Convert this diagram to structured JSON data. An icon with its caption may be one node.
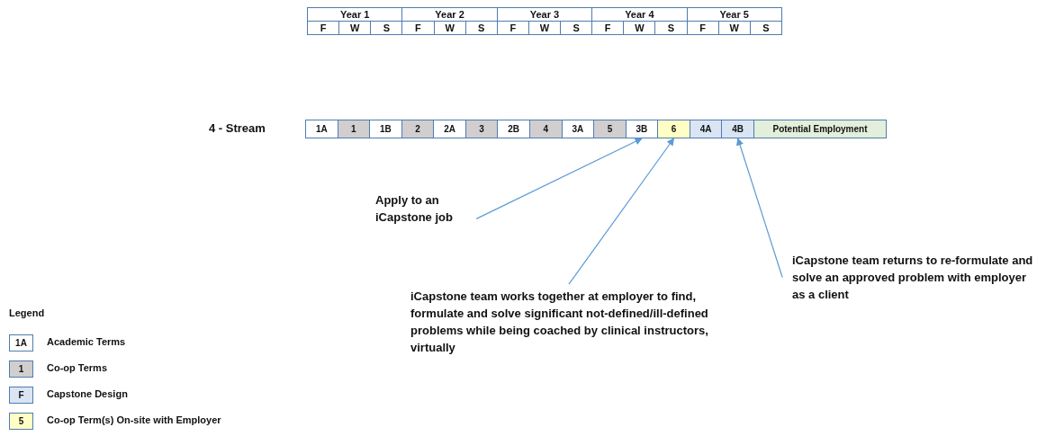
{
  "diagram": {
    "nodes": [
      {
        "text": [
          "1A"
        ]
      },
      {
        "text": [
          "1"
        ]
      },
      {
        "text": [
          "1B"
        ]
      },
      {
        "text": [
          "2"
        ]
      },
      {
        "text": [
          "2A"
        ]
      },
      {
        "text": [
          "3"
        ]
      },
      {
        "text": [
          "2B"
        ]
      },
      {
        "text": [
          "4"
        ]
      },
      {
        "text": [
          "3A"
        ]
      },
      {
        "text": [
          "5"
        ]
      },
      {
        "text": [
          "3B"
        ]
      },
      {
        "text": [
          "6"
        ]
      },
      {
        "text": [
          "4A"
        ]
      },
      {
        "text": [
          "4B"
        ]
      },
      {
        "text": [
          "Potential Employment"
        ]
      },
      {
        "text": [
          "Apply to an iCapstone job"
        ]
      },
      {
        "text": [
          "iCapstone team works together at employer to find, formulate and solve significant not-defined/ill-defined problems while being coached by clinical instructors, virtually"
        ]
      },
      {
        "text": [
          "iCapstone team returns to re-formulate and solve an approved problem with employer as a client"
        ]
      }
    ],
    "edges": [
      {
        "from": 15,
        "to": 10,
        "arrow": "to"
      },
      {
        "from": 16,
        "to": 11,
        "arrow": "to"
      },
      {
        "from": 17,
        "to": 13,
        "arrow": "to"
      }
    ],
    "labels": [
      "Year 1",
      "Year 2",
      "Year 3",
      "Year 4",
      "Year 5",
      "F",
      "W",
      "S",
      "F",
      "W",
      "S",
      "F",
      "W",
      "S",
      "F",
      "W",
      "S",
      "F",
      "W",
      "S",
      "4 - Stream",
      "Legend",
      "1A",
      "1",
      "F",
      "5"
    ],
    "legend": [
      {
        "text": "Academic Terms",
        "color": "#ffffff"
      },
      {
        "text": "Co-op Terms",
        "color": "#d0cece"
      },
      {
        "text": "Capstone Design",
        "color": "#dae5f3"
      },
      {
        "text": "Co-op Term(s) On-site with Employer",
        "color": "#ffffc5"
      }
    ]
  }
}
